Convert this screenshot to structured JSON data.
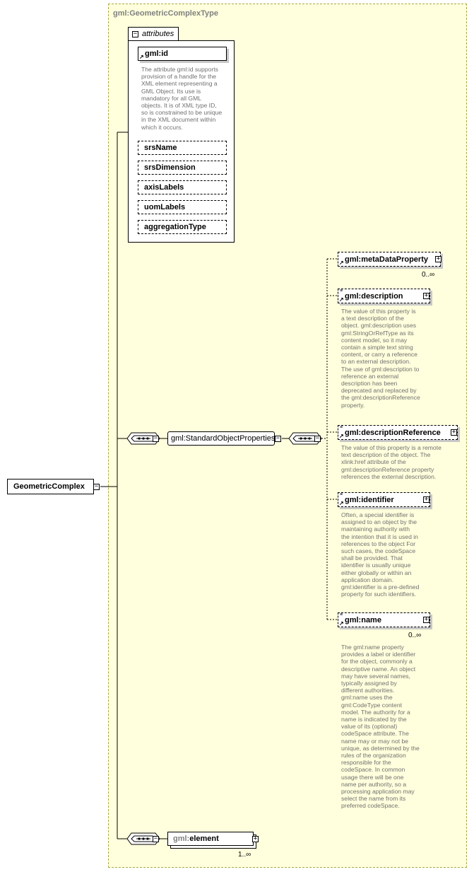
{
  "type_box": {
    "title": "gml:GeometricComplexType"
  },
  "attributes": {
    "header": "attributes",
    "items": [
      {
        "name": "gml:id",
        "doc": [
          "The attribute gml:id supports",
          "provision of a handle for the",
          "XML element representing a",
          "GML Object. Its use is",
          "mandatory for all GML",
          "objects. It is of XML type ID,",
          "so is constrained to be unique",
          "in the XML document within",
          "which it occurs."
        ]
      },
      {
        "name": "srsName"
      },
      {
        "name": "srsDimension"
      },
      {
        "name": "axisLabels"
      },
      {
        "name": "uomLabels"
      },
      {
        "name": "aggregationType"
      }
    ]
  },
  "root": {
    "name": "GeometricComplex"
  },
  "group": {
    "name": "gml:StandardObjectProperties"
  },
  "elements": [
    {
      "name": "gml:metaDataProperty",
      "mult": "0..∞",
      "doc": []
    },
    {
      "name": "gml:description",
      "doc": [
        "The value of this property is",
        "a text description of the",
        "object. gml:description uses",
        "gml:StringOrRefType as its",
        "content model, so it may",
        "contain a simple text string",
        "content, or carry a reference",
        "to an external description.",
        "The use of gml:description to",
        "reference an external",
        "description has been",
        "deprecated and replaced by",
        "the gml:descriptionReference",
        "property."
      ]
    },
    {
      "name": "gml:descriptionReference",
      "doc": [
        "The value of this property is a remote",
        "text description of the object. The",
        "xlink:href attribute of the",
        "gml:descriptionReference property",
        "references the external description."
      ]
    },
    {
      "name": "gml:identifier",
      "doc": [
        "Often, a special identifier is",
        "assigned to an object by the",
        "maintaining authority with",
        "the intention that it is used in",
        "references to the object For",
        "such cases, the codeSpace",
        "shall be provided. That",
        "identifier is usually unique",
        "either globally or within an",
        "application domain.",
        "gml:identifier is a pre-defined",
        "property for such identifiers."
      ]
    },
    {
      "name": "gml:name",
      "mult": "0..∞",
      "doc": [
        "The gml:name property",
        "provides a label or identifier",
        "for the object, commonly a",
        "descriptive name. An object",
        "may have several names,",
        "typically assigned by",
        "different authorities.",
        "gml:name uses the",
        "gml:CodeType content",
        "model.  The authority for a",
        "name is indicated by the",
        "value of its (optional)",
        "codeSpace attribute.  The",
        "name may or may not be",
        "unique, as determined by the",
        "rules of the organization",
        "responsible for the",
        "codeSpace.  In common",
        "usage there will be one",
        "name per authority, so a",
        "processing application may",
        "select the name from its",
        "preferred codeSpace."
      ]
    }
  ],
  "element_box": {
    "prefix": "gml:",
    "name": "element",
    "mult": "1..∞"
  },
  "colors": {
    "type_border": "#a8a840",
    "type_fill": "#ffffdd",
    "type_title": "#808080",
    "annotation": "#707070"
  }
}
